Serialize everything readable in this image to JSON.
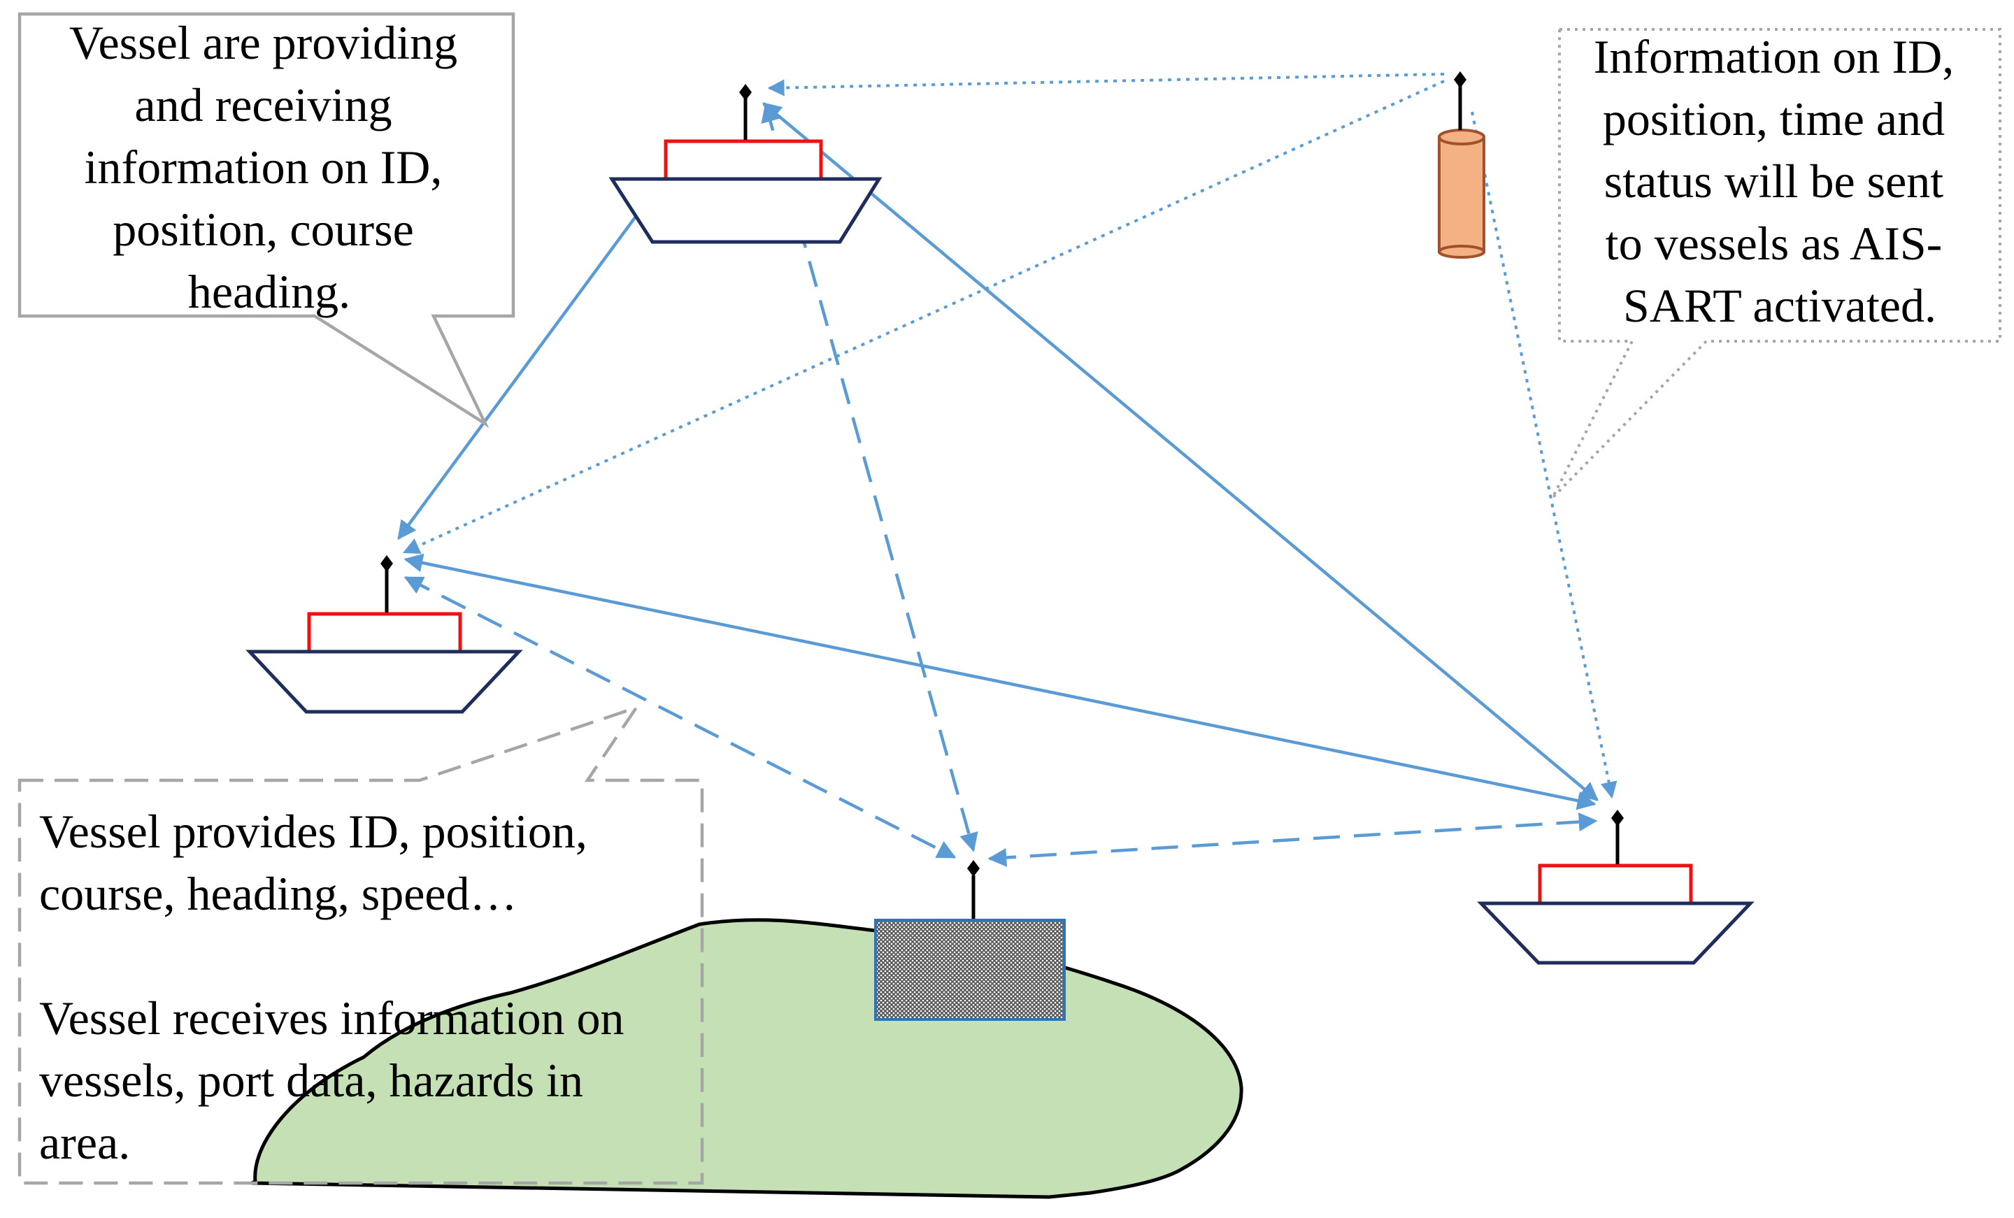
{
  "callouts": {
    "vessels_exchange": {
      "lines": [
        "Vessel are providing",
        "and receiving",
        "information on ID,",
        "position, course",
        "heading."
      ]
    },
    "ais_sart": {
      "lines": [
        "Information on ID,",
        "position, time and",
        "status will be sent",
        "to vessels as AIS-",
        "SART activated."
      ]
    },
    "vessel_provides": {
      "lines": [
        "Vessel provides ID, position,",
        "course, heading, speed…",
        "",
        "Vessel receives information on",
        "vessels, port data, hazards in",
        "area."
      ]
    }
  },
  "colors": {
    "link": "#5b9bd5",
    "ship_hull": "#1f2d5c",
    "ship_cabin": "#ee1111",
    "land": "#c5e0b4",
    "buoy": "#f4b183",
    "buoy_stroke": "#a0522d",
    "callout_border": "#a6a6a6"
  },
  "icons": {
    "ship": "ship-icon",
    "antenna": "antenna-icon",
    "ais_sart": "ais-sart-buoy-icon",
    "base_station": "shore-base-station-icon",
    "land": "coastline-icon"
  }
}
